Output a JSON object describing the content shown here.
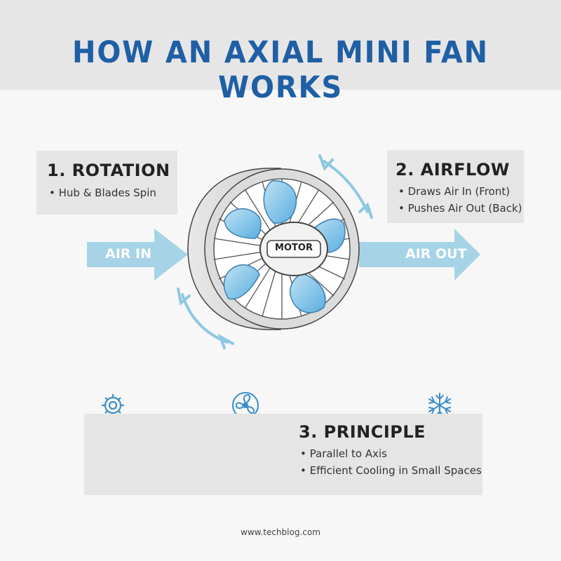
{
  "title": "HOW AN AXIAL MINI FAN WORKS",
  "rotation": {
    "heading": "1. ROTATION",
    "bullets": [
      "Hub & Blades Spin"
    ]
  },
  "airflow": {
    "heading": "2. AIRFLOW",
    "bullets": [
      "Draws Air In (Front)",
      "Pushes Air Out (Back)"
    ]
  },
  "principle": {
    "heading": "3. PRINCIPLE",
    "bullets": [
      "Parallel to Axis",
      "Efficient Cooling in Small Spaces"
    ]
  },
  "fan": {
    "motor_label": "MOTOR",
    "air_in_label": "AIR IN",
    "air_out_label": "AIR OUT"
  },
  "icons": [
    "gear-icon",
    "fan-icon",
    "snowflake-icon"
  ],
  "footer": "www.techblog.com",
  "colors": {
    "title_blue": "#1f5fa5",
    "arrow_blue": "#a6d4e6",
    "blade_blue": "#7cc0e6",
    "icon_blue": "#3a8ec9"
  }
}
